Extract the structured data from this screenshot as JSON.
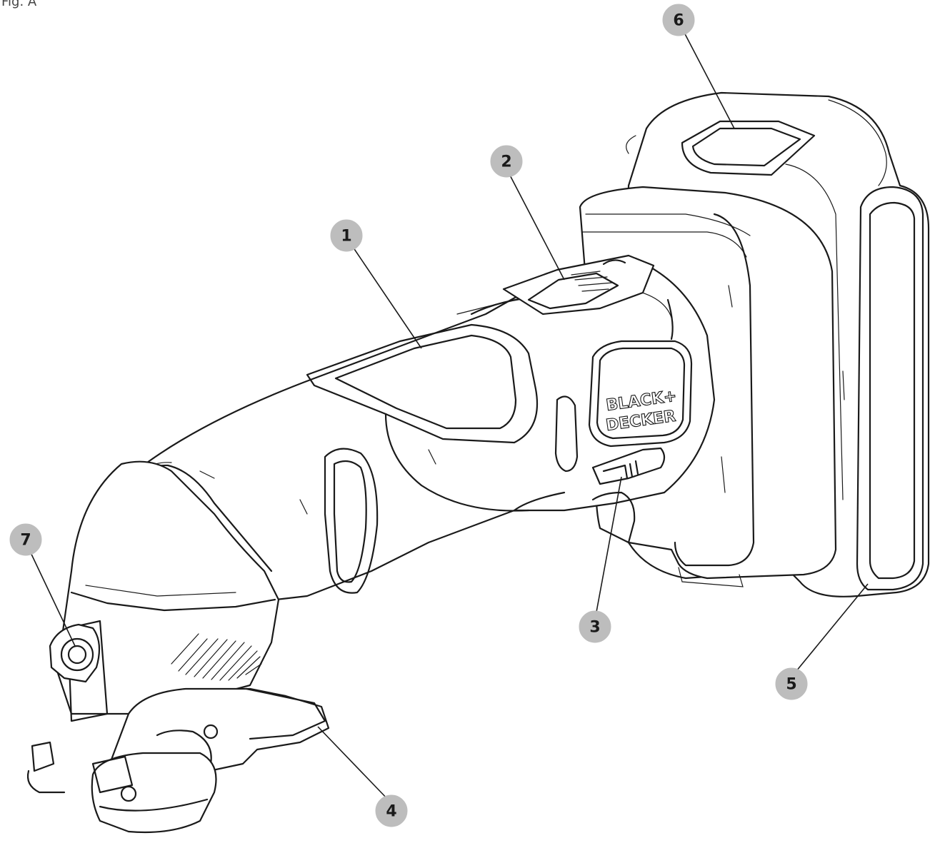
{
  "figure": {
    "label": "Fig. A"
  },
  "logo": {
    "line1": "BLACK+",
    "line2": "DECKER"
  },
  "callouts": [
    {
      "id": "callout-1",
      "number": "1"
    },
    {
      "id": "callout-2",
      "number": "2"
    },
    {
      "id": "callout-3",
      "number": "3"
    },
    {
      "id": "callout-4",
      "number": "4"
    },
    {
      "id": "callout-5",
      "number": "5"
    },
    {
      "id": "callout-6",
      "number": "6"
    },
    {
      "id": "callout-7",
      "number": "7"
    }
  ],
  "colors": {
    "callout_fill": "#bdbdbd",
    "line": "#1a1a1a",
    "background": "#ffffff"
  }
}
